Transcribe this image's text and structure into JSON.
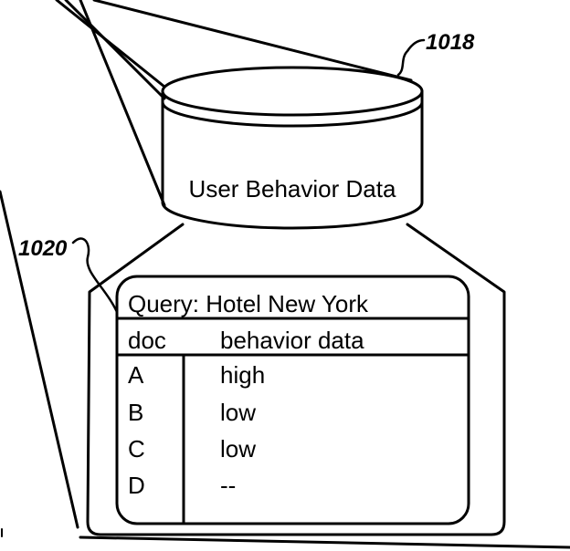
{
  "labels": {
    "database_ref": "1018",
    "table_ref": "1020",
    "database_title": "User Behavior Data"
  },
  "table": {
    "title": "Query: Hotel New York",
    "headers": [
      "doc",
      "behavior data"
    ],
    "rows": [
      {
        "doc": "A",
        "behavior": "high"
      },
      {
        "doc": "B",
        "behavior": "low"
      },
      {
        "doc": "C",
        "behavior": "low"
      },
      {
        "doc": "D",
        "behavior": "--"
      }
    ]
  },
  "colors": {
    "ink": "#000000",
    "background": "#ffffff"
  }
}
